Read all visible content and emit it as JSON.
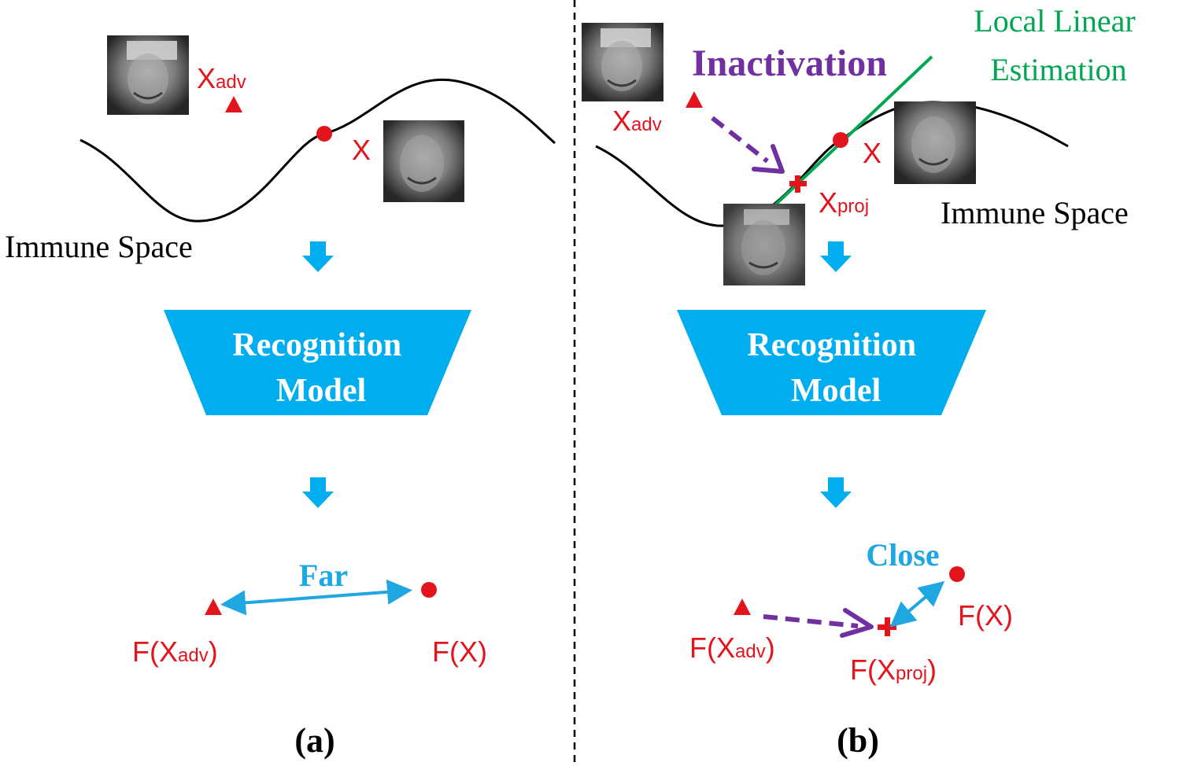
{
  "panels": {
    "a": {
      "label": "(a)",
      "immune_space_label": "Immune Space",
      "model_line1": "Recognition",
      "model_line2": "Model",
      "x_label": "X",
      "x_adv_main": "X",
      "x_adv_sub": "adv",
      "relation_label": "Far",
      "f_x_label": "F(X)",
      "f_xadv_prefix": "F(X",
      "f_xadv_sub": "adv",
      "f_xadv_suffix": ")"
    },
    "b": {
      "label": "(b)",
      "immune_space_label": "Immune Space",
      "model_line1": "Recognition",
      "model_line2": "Model",
      "x_label": "X",
      "x_adv_main": "X",
      "x_adv_sub": "adv",
      "x_proj_main": "X",
      "x_proj_sub": "proj",
      "inactivation_label": "Inactivation",
      "estimation_line1": "Local Linear",
      "estimation_line2": "Estimation",
      "relation_label": "Close",
      "f_x_label": "F(X)",
      "f_xadv_prefix": "F(X",
      "f_xadv_sub": "adv",
      "f_xadv_suffix": ")",
      "f_xproj_prefix": "F(X",
      "f_xproj_sub": "proj",
      "f_xproj_suffix": ")"
    }
  },
  "colors": {
    "marker_red": "#e3141c",
    "model_blue": "#00aeef",
    "arrow_blue": "#1ea7e1",
    "inactivation_purple": "#7030a0",
    "estimation_green": "#00a651",
    "curve_black": "#000000"
  }
}
